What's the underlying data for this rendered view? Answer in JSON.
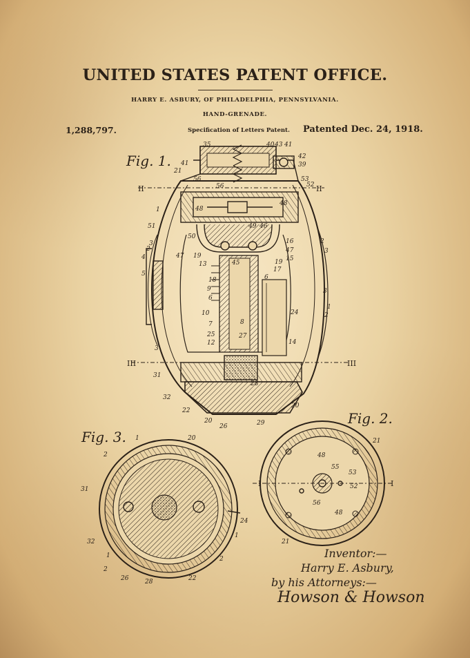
{
  "header": {
    "office": "UNITED STATES PATENT OFFICE.",
    "inventor_line": "HARRY E. ASBURY, OF PHILADELPHIA, PENNSYLVANIA.",
    "invention": "HAND-GRENADE.",
    "patent_number": "1,288,797.",
    "spec": "Specification of Letters Patent.",
    "patented": "Patented Dec. 24, 1918."
  },
  "figures": {
    "fig1": "Fig. 1.",
    "fig2": "Fig. 2.",
    "fig3": "Fig. 3.",
    "section_II": "II",
    "section_III": "III",
    "section_I": "I"
  },
  "signature": {
    "inventor_label": "Inventor:—",
    "inventor_name": "Harry E. Asbury,",
    "by_line": "by his Attorneys:—",
    "attorneys": "Howson & Howson"
  },
  "colors": {
    "ink": "#2b2118",
    "paper": "#e9d2a4"
  }
}
